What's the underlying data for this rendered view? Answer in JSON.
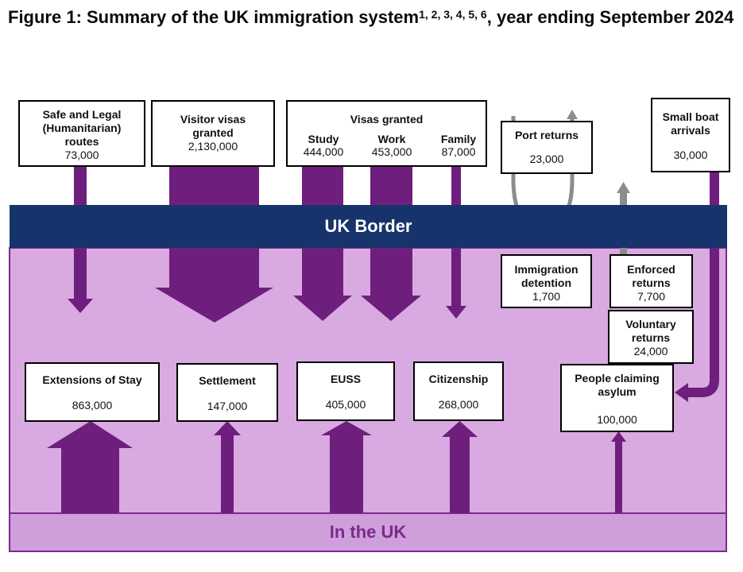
{
  "title": {
    "main": "Figure 1: Summary of the UK immigration system",
    "footnotes": "1, 2, 3, 4, 5, 6",
    "suffix": ", year ending September 2024"
  },
  "colors": {
    "border_band": "#17336b",
    "uk_area": "#d9a9e1",
    "uk_band": "#cf9fdc",
    "purple_arrow": "#6e1f7d",
    "grey_arrow": "#8c8c8c",
    "in_uk_text": "#7b2a8a"
  },
  "bands": {
    "border": "UK Border",
    "in_uk": "In the UK"
  },
  "boxes": {
    "safe_legal": {
      "label": "Safe and Legal (Humanitarian) routes",
      "value": "73,000"
    },
    "visitor_visas": {
      "label": "Visitor visas granted",
      "value": "2,130,000"
    },
    "visas_granted": {
      "label": "Visas granted",
      "columns": [
        {
          "label": "Study",
          "value": "444,000"
        },
        {
          "label": "Work",
          "value": "453,000"
        },
        {
          "label": "Family",
          "value": "87,000"
        }
      ]
    },
    "port_returns": {
      "label": "Port returns",
      "value": "23,000"
    },
    "small_boat": {
      "label": "Small boat arrivals",
      "value": "30,000"
    },
    "immigration_detention": {
      "label": "Immigration detention",
      "value": "1,700"
    },
    "enforced_returns": {
      "label": "Enforced returns",
      "value": "7,700"
    },
    "voluntary_returns": {
      "label": "Voluntary returns",
      "value": "24,000"
    },
    "extensions": {
      "label": "Extensions of Stay",
      "value": "863,000"
    },
    "settlement": {
      "label": "Settlement",
      "value": "147,000"
    },
    "euss": {
      "label": "EUSS",
      "value": "405,000"
    },
    "citizenship": {
      "label": "Citizenship",
      "value": "268,000"
    },
    "asylum": {
      "label": "People claiming asylum",
      "value": "100,000"
    }
  }
}
